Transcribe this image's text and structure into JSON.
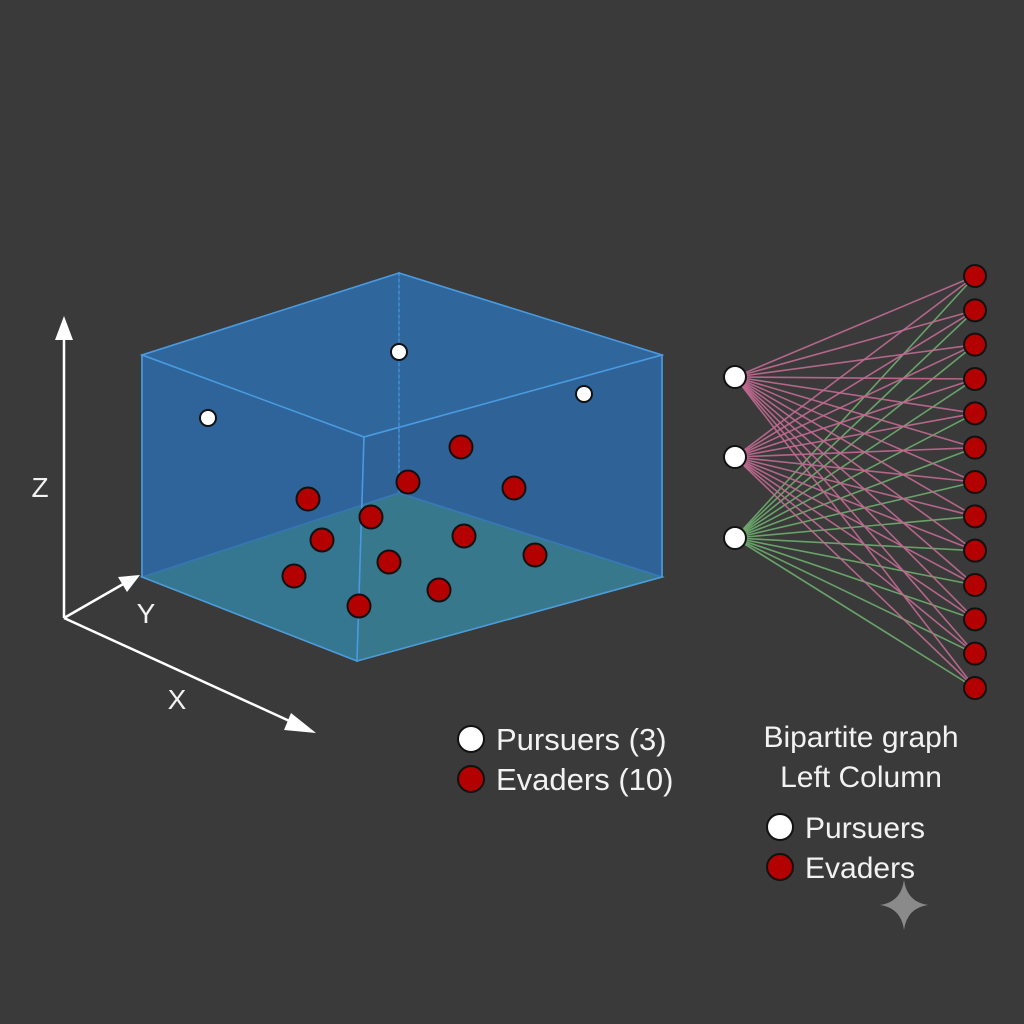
{
  "colors": {
    "background": "#3a3a3a",
    "box_fill": "#2e6aa6",
    "box_edge": "#4a9ae0",
    "floor_fill": "#4e9a52",
    "floor_edge": "#6fcf73",
    "pursuer": "#ffffff",
    "evader": "#b30000",
    "marker_outline": "#111111",
    "edge_pursuer_1": "#c26c92",
    "edge_pursuer_2": "#c26c92",
    "edge_pursuer_3": "#6fae6f",
    "axis": "#ffffff",
    "text": "#f2f2f2",
    "sparkle": "#8a8a8a"
  },
  "axes": {
    "z_label": "Z",
    "y_label": "Y",
    "x_label": "X"
  },
  "scene": {
    "pursuer_count": 3,
    "evader_count": 13
  },
  "legend_main": {
    "pursuers_label": "Pursuers (3)",
    "evaders_label": "Evaders (10)"
  },
  "bipartite": {
    "title_line1": "Bipartite graph",
    "title_line2": "Left Column",
    "pursuers_label": "Pursuers",
    "evaders_label": "Evaders",
    "left_node_count": 3,
    "right_node_count": 13
  },
  "icons": {
    "sparkle": "sparkle-icon"
  }
}
